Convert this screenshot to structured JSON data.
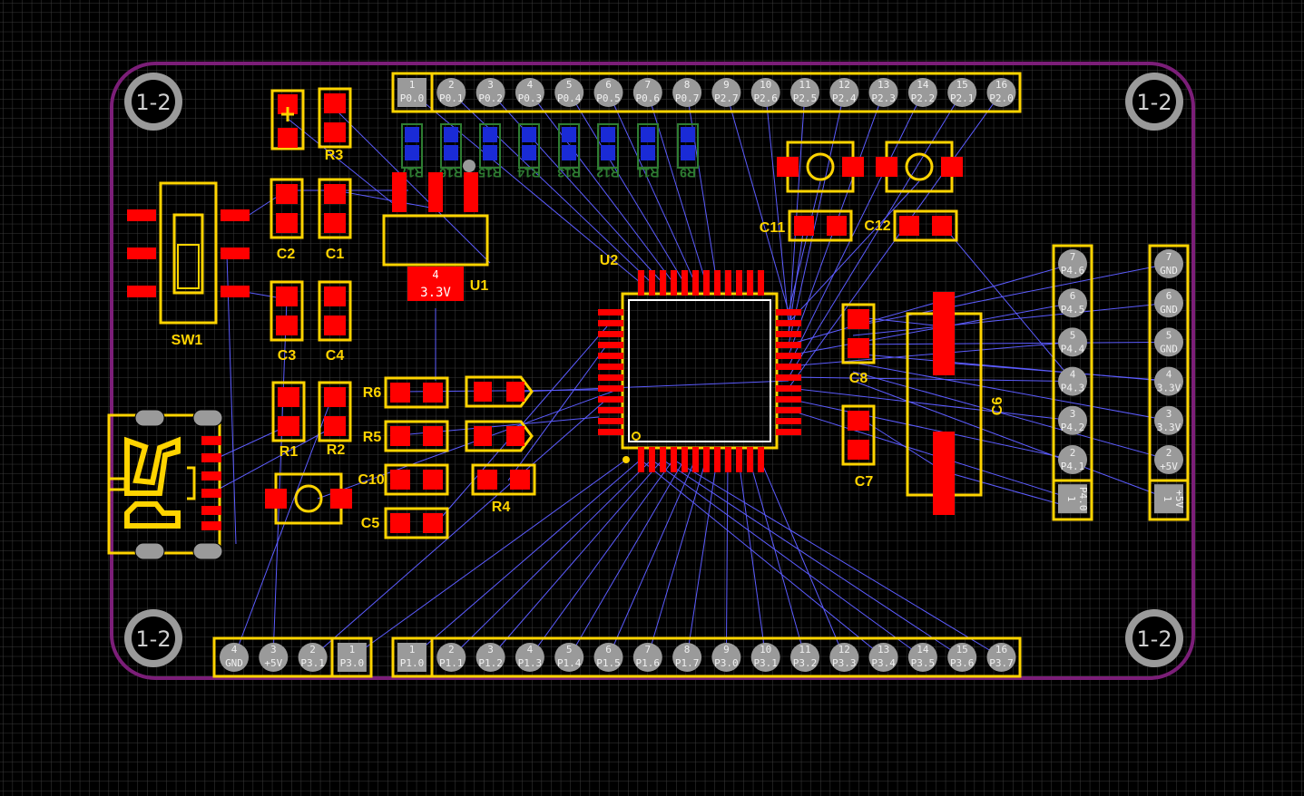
{
  "colors": {
    "background": "#000000",
    "grid": "#3a3a3a",
    "board_outline": "#7b1e78",
    "silkscreen": "#ffd400",
    "pad_smd": "#ff0000",
    "pad_th": "#9a9a9a",
    "ratsnest": "#5c5cff",
    "bottom_pad": "#1a2bd6",
    "bottom_text": "#2e7d32"
  },
  "mounting_holes": {
    "label": "1-2"
  },
  "headers": {
    "top_p0_p2": {
      "numbers": [
        "1",
        "2",
        "3",
        "4",
        "5",
        "6",
        "7",
        "8",
        "9",
        "10",
        "11",
        "12",
        "13",
        "14",
        "15",
        "16"
      ],
      "nets": [
        "P0.0",
        "P0.1",
        "P0.2",
        "P0.3",
        "P0.4",
        "P0.5",
        "P0.6",
        "P0.7",
        "P2.7",
        "P2.6",
        "P2.5",
        "P2.4",
        "P2.3",
        "P2.2",
        "P2.1",
        "P2.0"
      ]
    },
    "bottom_p1_p3": {
      "numbers": [
        "1",
        "2",
        "3",
        "4",
        "5",
        "6",
        "7",
        "8",
        "9",
        "10",
        "11",
        "12",
        "13",
        "14",
        "15",
        "16"
      ],
      "nets": [
        "P1.0",
        "P1.1",
        "P1.2",
        "P1.3",
        "P1.4",
        "P1.5",
        "P1.6",
        "P1.7",
        "P3.0",
        "P3.1",
        "P3.2",
        "P3.3",
        "P3.4",
        "P3.5",
        "P3.6",
        "P3.7"
      ]
    },
    "bottom_power": {
      "numbers": [
        "4",
        "3",
        "2",
        "1"
      ],
      "nets": [
        "GND",
        "+5V",
        "P3.1",
        "P3.0"
      ]
    },
    "right_p4": {
      "numbers": [
        "7",
        "6",
        "5",
        "4",
        "3",
        "2",
        "1"
      ],
      "nets": [
        "P4.6",
        "P4.5",
        "P4.4",
        "P4.3",
        "P4.2",
        "P4.1",
        "P4.0"
      ]
    },
    "right_power": {
      "numbers": [
        "7",
        "6",
        "5",
        "4",
        "3",
        "2",
        "1"
      ],
      "nets": [
        "GND",
        "GND",
        "GND",
        "3.3V",
        "3.3V",
        "+5V",
        "+5V"
      ]
    }
  },
  "bottom_resistors": [
    "R9",
    "R11",
    "R12",
    "R13",
    "R14",
    "R15",
    "R16",
    "R17"
  ],
  "components": {
    "r3": "R3",
    "c2": "C2",
    "c1": "C1",
    "c3": "C3",
    "c4": "C4",
    "r1": "R1",
    "r2": "R2",
    "sw1": "SW1",
    "u1": "U1",
    "u1_pad_num": "4",
    "u1_pad_val": "3.3V",
    "u2": "U2",
    "r6": "R6",
    "r5": "R5",
    "c10": "C10",
    "c5": "C5",
    "r4": "R4",
    "c11": "C11",
    "c12": "C12",
    "c8": "C8",
    "c7": "C7",
    "c6": "C6"
  }
}
